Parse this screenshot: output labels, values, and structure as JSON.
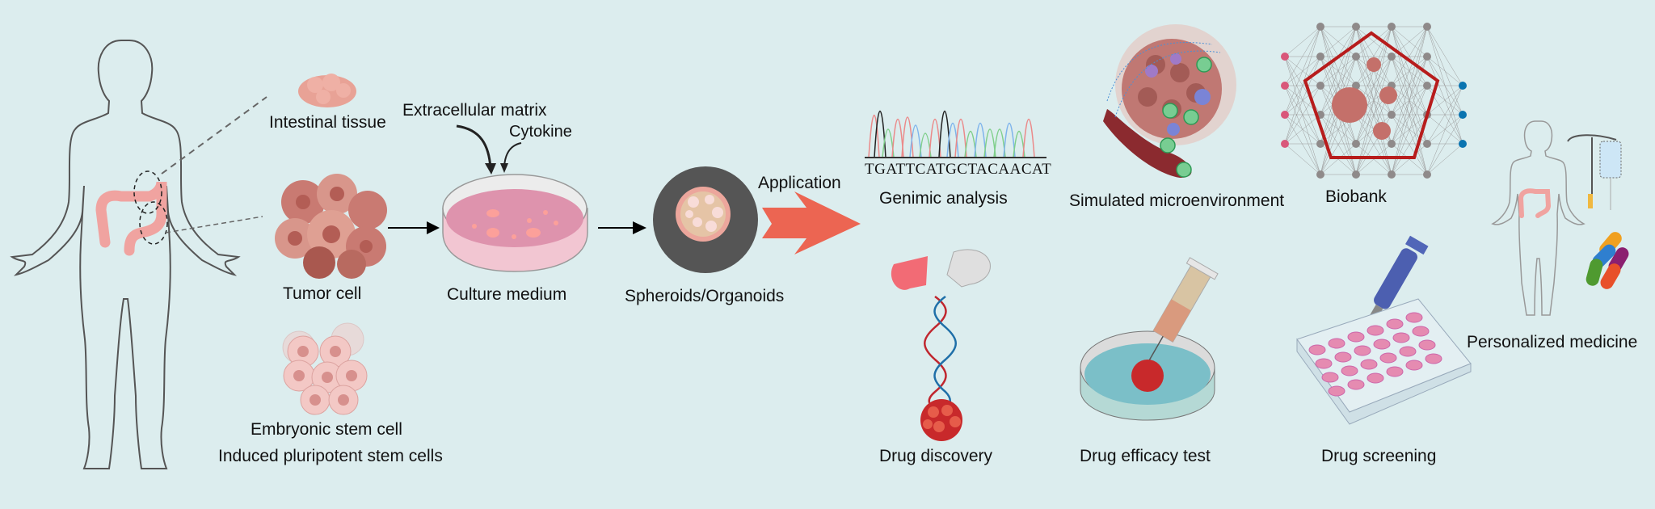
{
  "title": "Organoid workflow and applications",
  "colors": {
    "background": "#dcedee",
    "body_outline": "#555555",
    "colon": "#f0a3a0",
    "tumor": "#c4706a",
    "dish_medium": "#de93ad",
    "application_arrow": "#ec6552",
    "biobank_pentagon": "#b71c1c",
    "input_node": "#d9577a",
    "hidden_node": "#8f8a8a",
    "output_node": "#0a74b0"
  },
  "sources": {
    "intestinal_tissue": "Intestinal tissue",
    "tumor_cell": "Tumor cell",
    "stem_cell_line1": "Embryonic stem cell",
    "stem_cell_line2": "Induced pluripotent stem cells"
  },
  "culture": {
    "ecm": "Extracellular matrix",
    "cytokine": "Cytokine",
    "medium": "Culture medium"
  },
  "organoid": {
    "label": "Spheroids/Organoids"
  },
  "application": {
    "label": "Application"
  },
  "applications": {
    "genomic": {
      "label": "Genimic analysis",
      "sequence": "TGATTCATGCTACAACAT"
    },
    "microenvironment": {
      "label": "Simulated microenvironment"
    },
    "biobank": {
      "label": "Biobank"
    },
    "personalized": {
      "label": "Personalized medicine"
    },
    "drug_discovery": {
      "label": "Drug discovery"
    },
    "drug_efficacy": {
      "label": "Drug efficacy test"
    },
    "drug_screening": {
      "label": "Drug screening"
    }
  }
}
